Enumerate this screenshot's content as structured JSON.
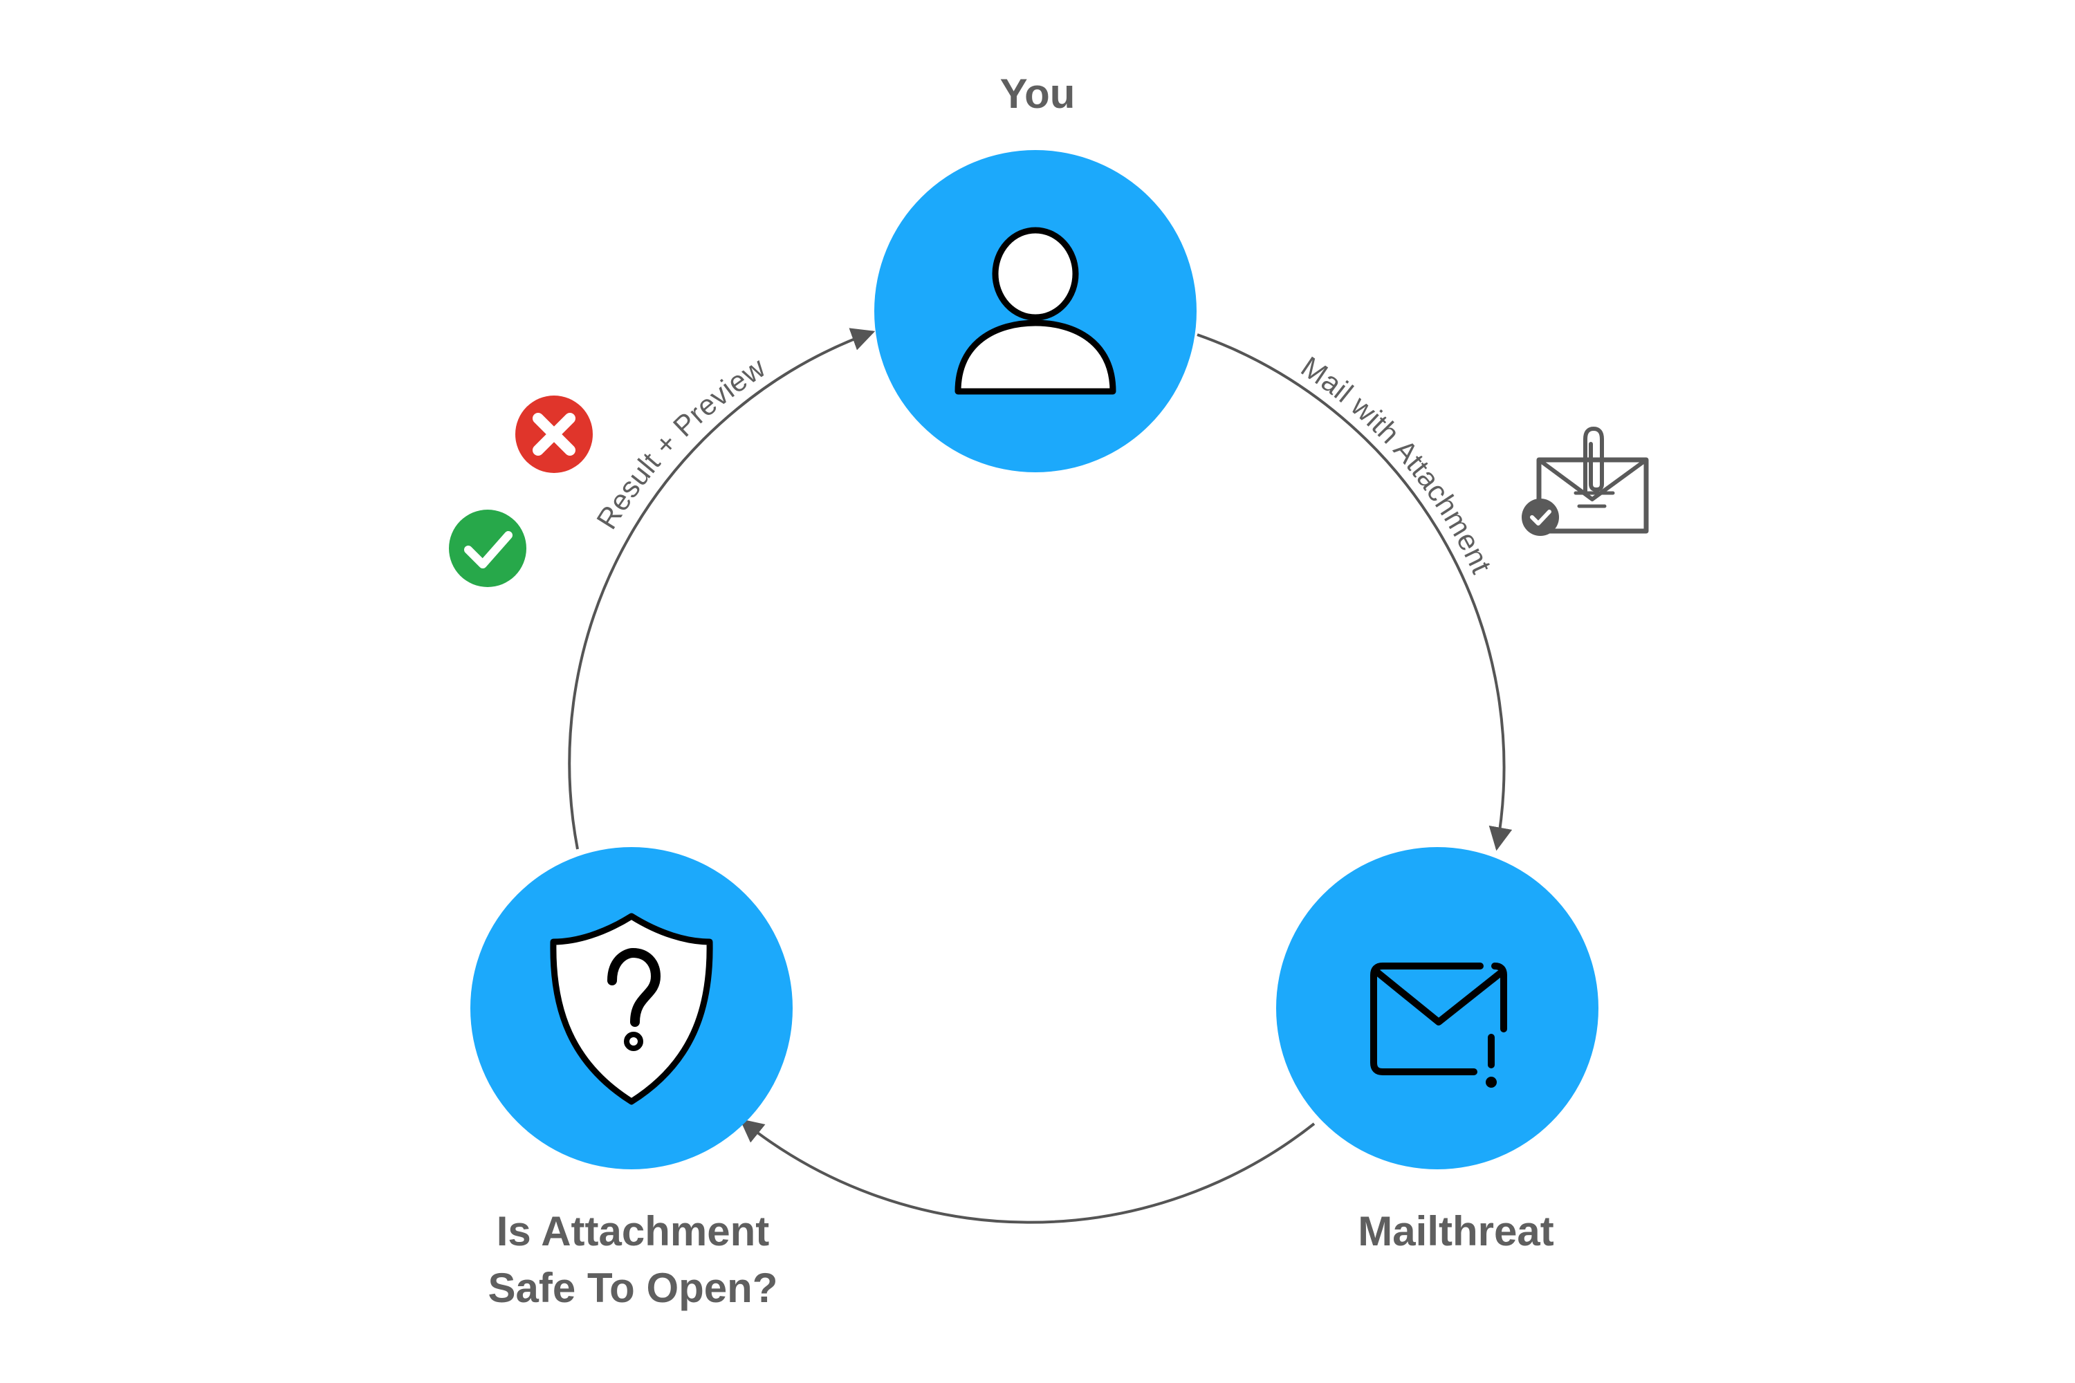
{
  "nodes": {
    "you": {
      "label": "You",
      "icon": "user-icon"
    },
    "mailthreat": {
      "label": "Mailthreat",
      "icon": "mail-alert-icon"
    },
    "safe": {
      "label_line1": "Is Attachment",
      "label_line2": "Safe To Open?",
      "icon": "shield-question-icon"
    }
  },
  "edges": {
    "you_to_mailthreat": "Mail with Attachment",
    "safe_to_you": "Result + Preview"
  },
  "decorations": {
    "result_icons": [
      "error-x-icon",
      "success-check-icon"
    ],
    "mail_icon": "mail-attachment-check-icon"
  },
  "colors": {
    "node_fill": "#1ca9fb",
    "error": "#e0352b",
    "success": "#27a84a",
    "label_text": "#5f5f5f",
    "edge_line": "#555555"
  }
}
